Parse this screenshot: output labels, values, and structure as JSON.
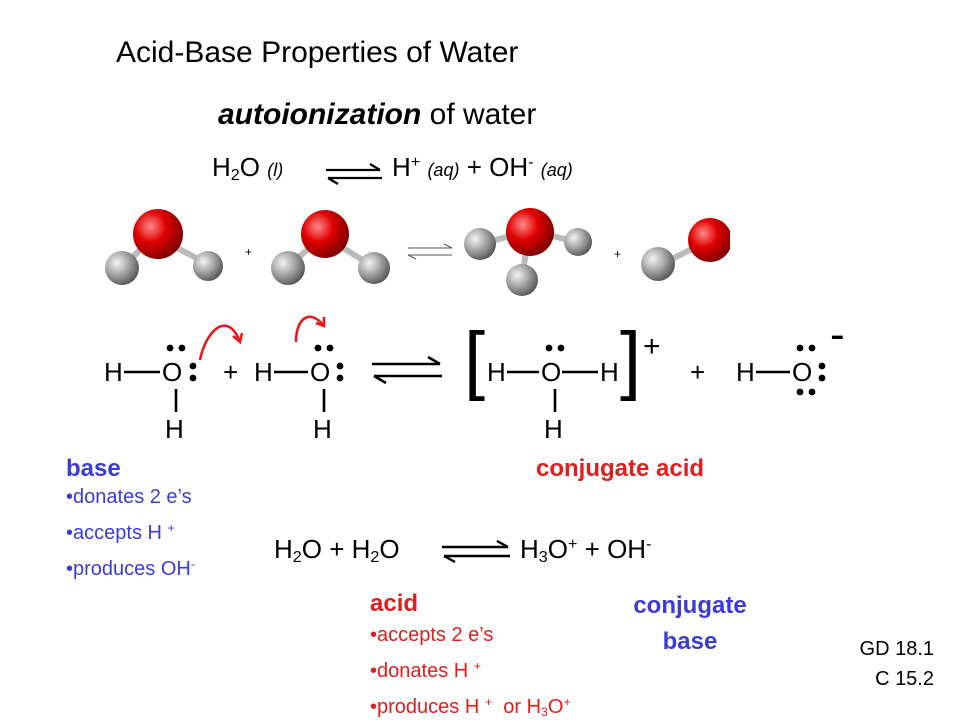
{
  "title": "Acid-Base Properties of Water",
  "subtitle": {
    "emph": "autoionization",
    "rest": " of water"
  },
  "eq1": {
    "h2o_h": "H",
    "h2o_2": "2",
    "h2o_o": "O",
    "h2o_state": "(l)",
    "hplus": "H",
    "hplus_charge": "+",
    "hplus_state": "(aq)",
    "plus": "+",
    "oh": "OH",
    "oh_charge": "-",
    "oh_state": "(aq)"
  },
  "ball_model": {
    "plus1": "+",
    "plus2": "+"
  },
  "lewis": {
    "h": "H",
    "o": "O",
    "plus": "+",
    "bracket_open": "[",
    "bracket_close": "]",
    "cation_charge": "+",
    "anion_charge": "-"
  },
  "base_block": {
    "heading": "base",
    "items": [
      {
        "text": "donates 2 e’s",
        "sup": ""
      },
      {
        "text": "accepts H ",
        "sup": "+"
      },
      {
        "text": "produces OH",
        "sup": "-"
      }
    ]
  },
  "conjugate_acid": "conjugate acid",
  "eq2": {
    "h": "H",
    "sub2": "2",
    "o": "O",
    "plus": "+",
    "h3o_h": "H",
    "h3o_3": "3",
    "h3o_o": "O",
    "h3o_charge": "+",
    "oh": "OH",
    "oh_charge": "-"
  },
  "acid_block": {
    "heading": "acid",
    "items": [
      {
        "text": "accepts 2 e’s"
      },
      {
        "text": "donates H ",
        "sup": "+"
      },
      {
        "text": "produces H ",
        "sup": "+",
        "tail_pre": "  or H",
        "tail_sub": "3",
        "tail_o": "O",
        "tail_sup": "+"
      }
    ]
  },
  "conjugate_base": {
    "line1": "conjugate",
    "line2": "base"
  },
  "refs": {
    "line1": "GD 18.1",
    "line2": "C 15.2"
  },
  "colors": {
    "accent_blue": "#3b3bd6",
    "accent_red": "#e11d1d",
    "oxygen": "#e00000",
    "hydrogen": "#9a9a9a"
  }
}
